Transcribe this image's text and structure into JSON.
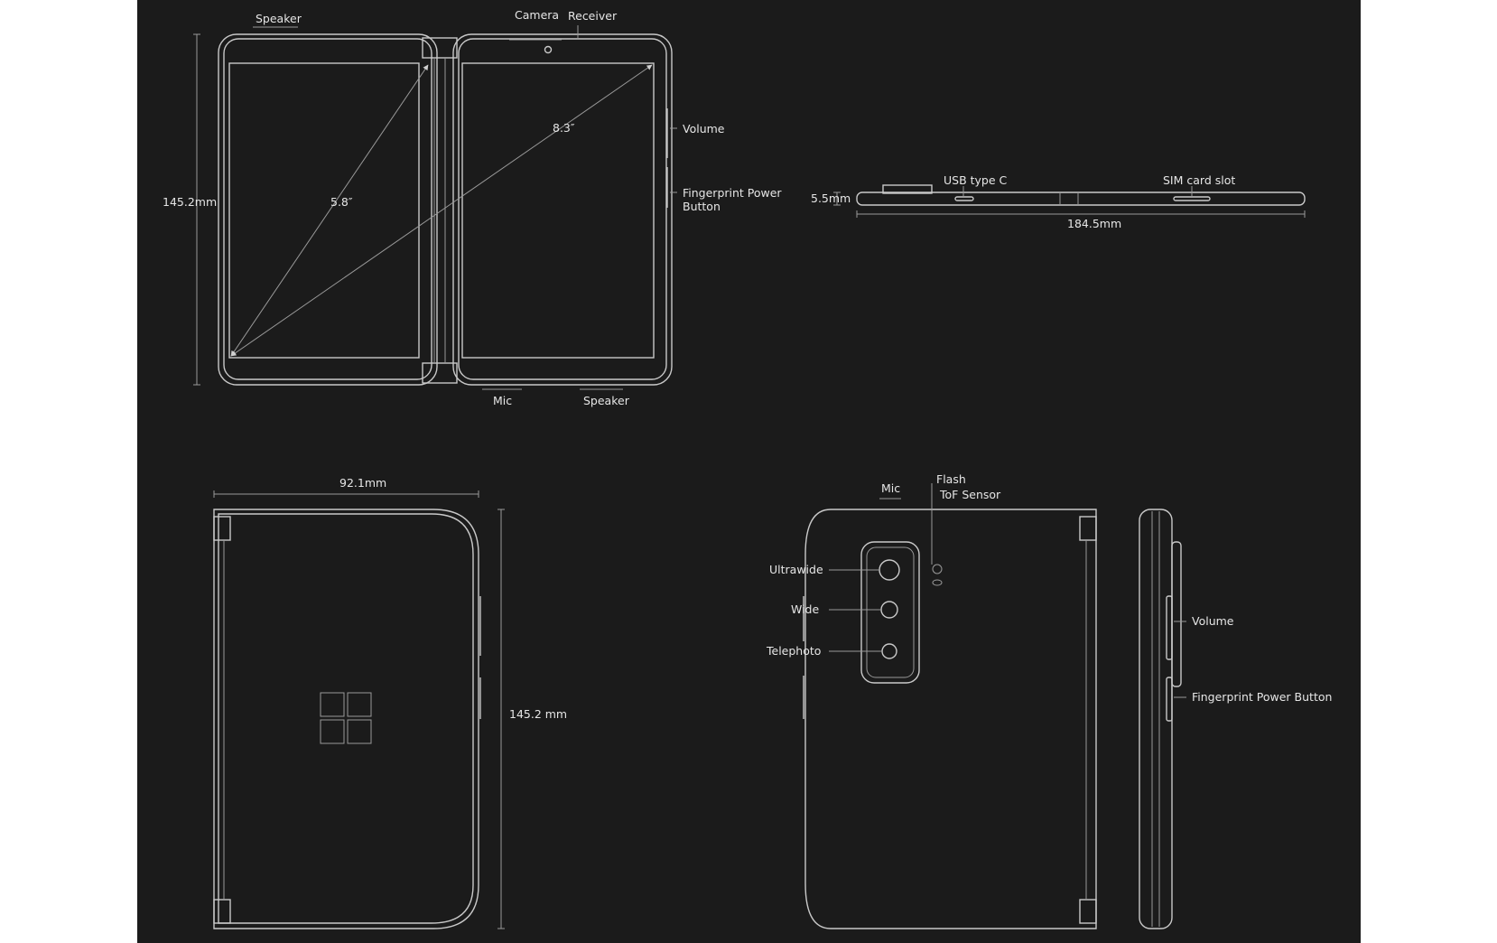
{
  "colors": {
    "panel_bg": "#1b1b1b",
    "stroke": "#c9c9c9",
    "text": "#e6e6e6"
  },
  "front_open": {
    "speaker_top": "Speaker",
    "camera": "Camera",
    "receiver": "Receiver",
    "volume": "Volume",
    "fingerprint_l1": "Fingerprint Power",
    "fingerprint_l2": "Button",
    "height": "145.2mm",
    "diag_small": "5.8″",
    "diag_large": "8.3″",
    "mic": "Mic",
    "speaker_bottom": "Speaker"
  },
  "side_open": {
    "thickness": "5.5mm",
    "usb": "USB type C",
    "sim": "SIM card slot",
    "width": "184.5mm"
  },
  "closed_front": {
    "width": "92.1mm",
    "height": "145.2 mm",
    "logo_icon": "windows-logo-icon"
  },
  "closed_back": {
    "mic": "Mic",
    "flash": "Flash",
    "tof": "ToF Sensor",
    "ultrawide": "Ultrawide",
    "wide": "Wide",
    "telephoto": "Telephoto"
  },
  "closed_side": {
    "volume": "Volume",
    "fingerprint": "Fingerprint Power Button"
  }
}
